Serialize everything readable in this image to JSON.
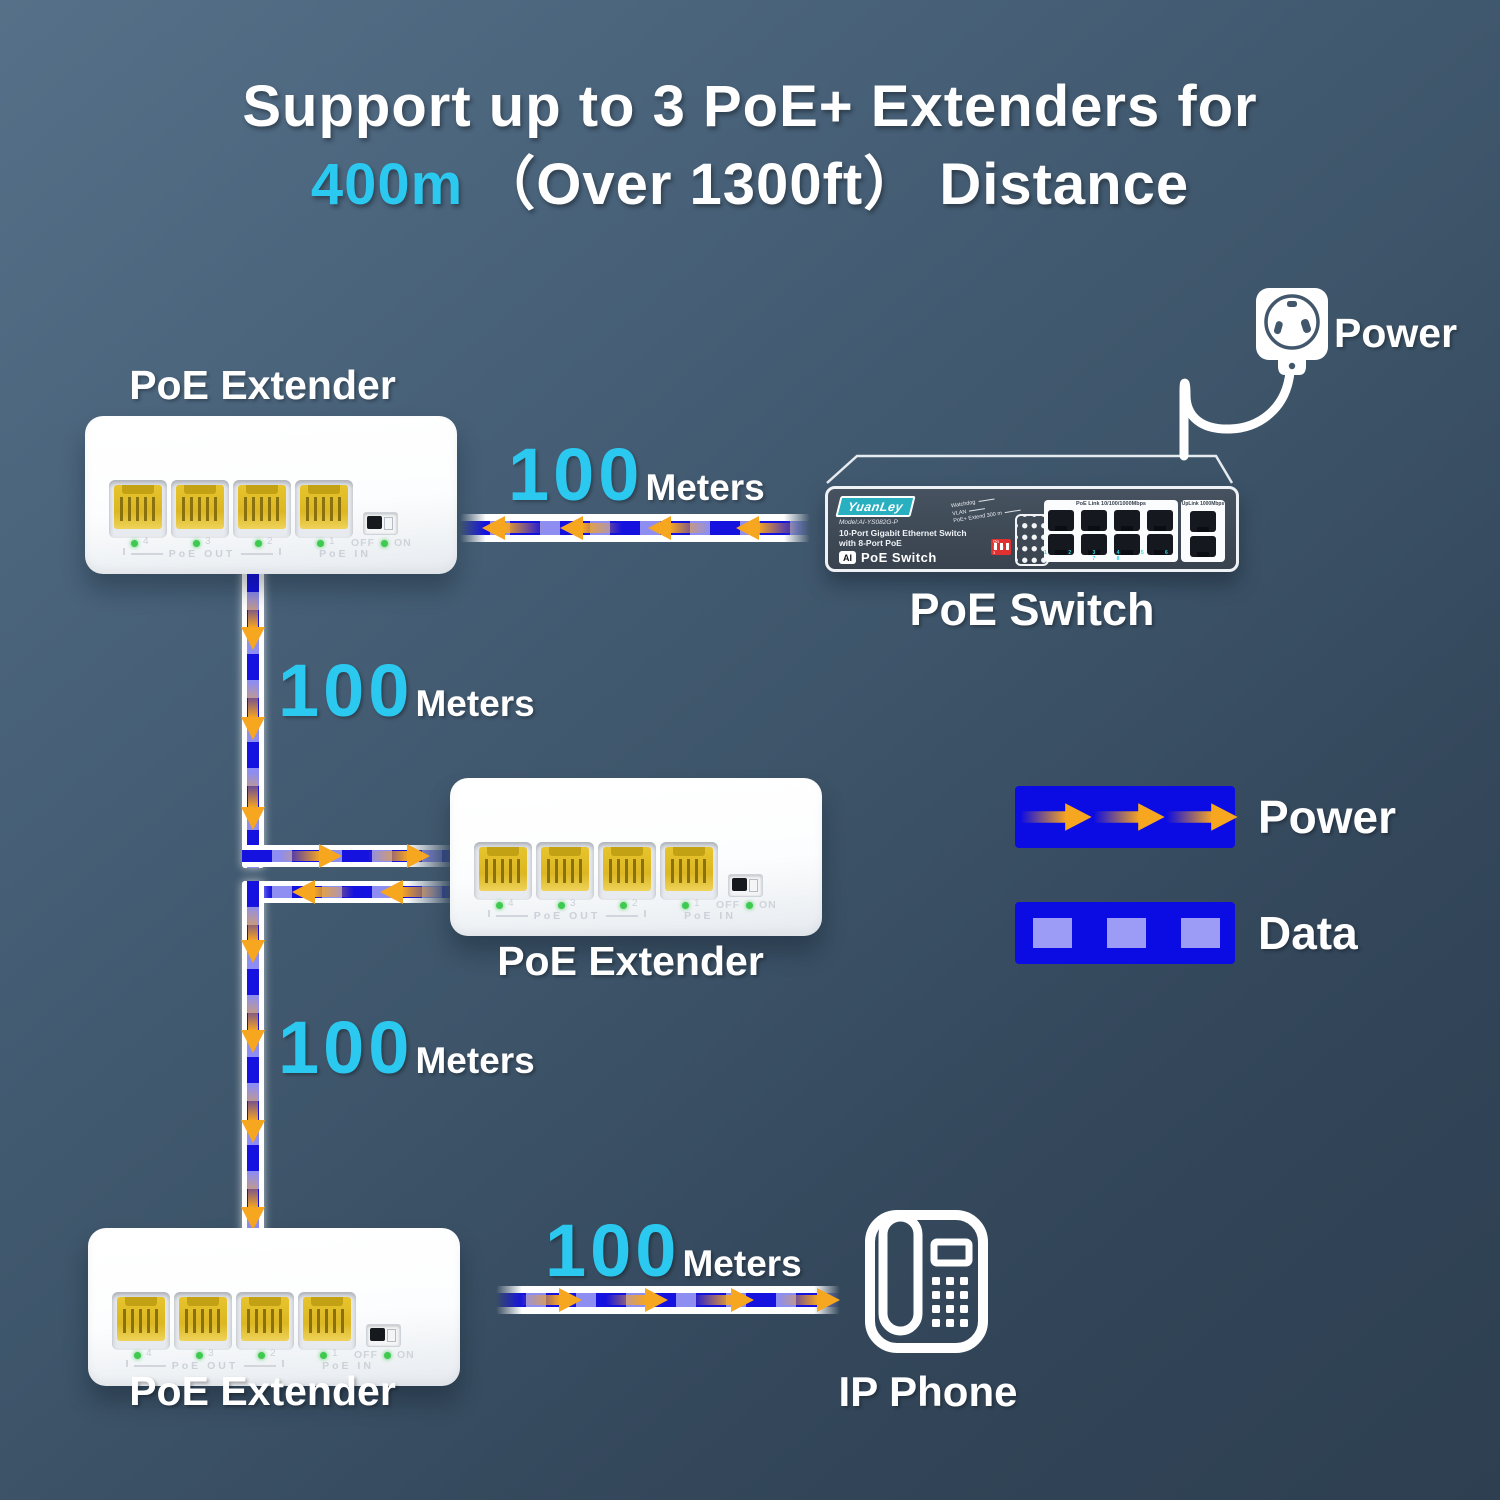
{
  "title": {
    "line1": "Support up to 3 PoE+ Extenders for",
    "highlight": "400m",
    "line2_rest": "（Over 1300ft）  Distance"
  },
  "labels": {
    "extender": "PoE Extender",
    "switch": "PoE Switch",
    "phone": "IP Phone",
    "power": "Power"
  },
  "distances": [
    {
      "value": "100",
      "unit": "Meters"
    },
    {
      "value": "100",
      "unit": "Meters"
    },
    {
      "value": "100",
      "unit": "Meters"
    },
    {
      "value": "100",
      "unit": "Meters"
    }
  ],
  "legend": {
    "power": "Power",
    "data": "Data"
  },
  "switch_face": {
    "brand": "YuanLey",
    "model": "Model:AI-YS082G-P",
    "desc1": "10-Port Gigabit Ethernet Switch",
    "desc2": "with 8-Port PoE",
    "badge": "AI",
    "badge_label": "PoE Switch",
    "dip1": "Watchdog",
    "dip2": "VLAN",
    "dip3": "PoE+ Extend 300 m",
    "dip_on": "On",
    "dip_nums": "1 2 3",
    "poe_label": "PoE Link 10/100/1000Mbps",
    "uplink_label": "UpLink 1000Mbps",
    "port_nums": "1 2 3 4 5 6 7 8"
  },
  "extender_face": {
    "out": "PoE  OUT",
    "in": "PoE  IN",
    "off": "OFF",
    "on": "ON",
    "n4": "4",
    "n3": "3",
    "n2": "2",
    "n1": "1"
  },
  "colors": {
    "cyan": "#2bc9f0",
    "cable_blue": "#1512e0",
    "cable_dash": "#8d8df2",
    "arrow_orange": "#f7a620",
    "led_green": "#3ec94f",
    "brand_teal": "#28b0c0",
    "dip_red": "#e03030",
    "legend_blue": "#0b0be4"
  }
}
